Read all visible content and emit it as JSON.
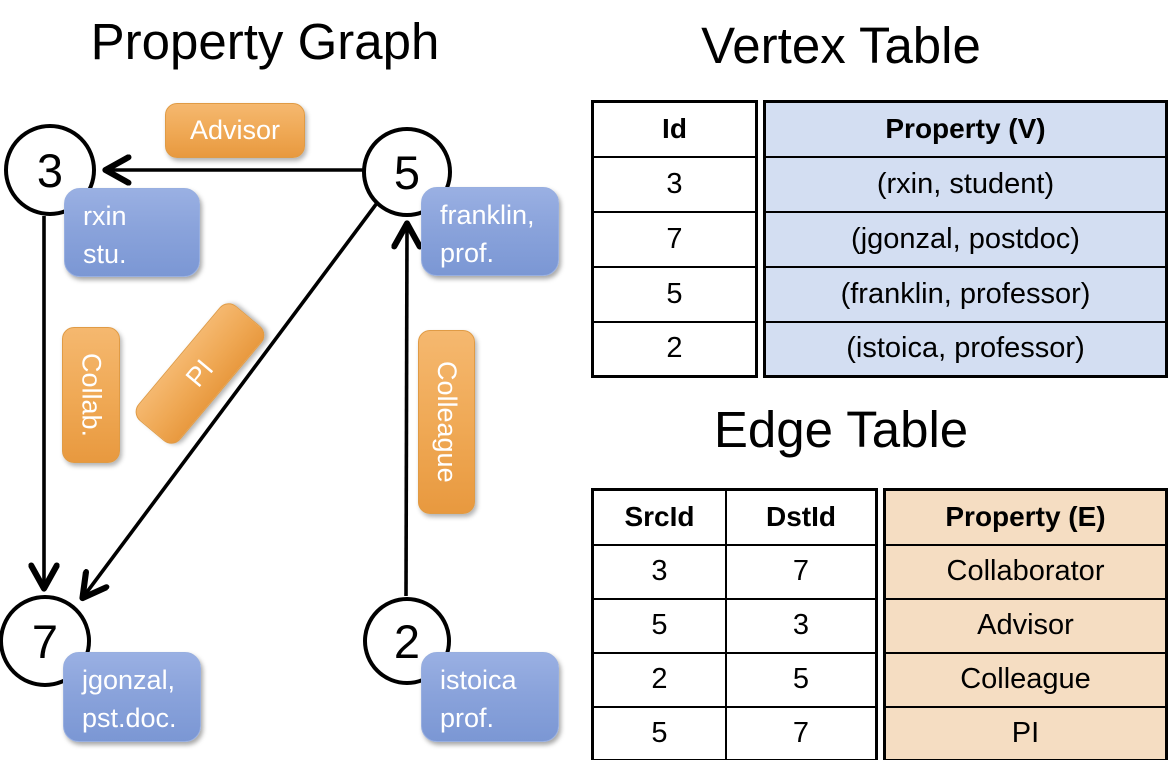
{
  "panel_graph": {
    "title": "Property Graph",
    "vertices": [
      {
        "id": "3",
        "label_lines": [
          "rxin",
          "stu."
        ]
      },
      {
        "id": "5",
        "label_lines": [
          "franklin,",
          "prof."
        ]
      },
      {
        "id": "7",
        "label_lines": [
          "jgonzal,",
          "pst.doc."
        ]
      },
      {
        "id": "2",
        "label_lines": [
          "istoica",
          "prof."
        ]
      }
    ],
    "edge_labels": {
      "advisor": "Advisor",
      "collab": "Collab.",
      "pi": "PI",
      "colleague": "Colleague"
    }
  },
  "vertex_table": {
    "title": "Vertex Table",
    "columns": {
      "id": "Id",
      "property": "Property (V)"
    },
    "rows": [
      [
        "3",
        "(rxin, student)"
      ],
      [
        "7",
        "(jgonzal, postdoc)"
      ],
      [
        "5",
        "(franklin, professor)"
      ],
      [
        "2",
        "(istoica, professor)"
      ]
    ]
  },
  "edge_table": {
    "title": "Edge Table",
    "columns": {
      "src": "SrcId",
      "dst": "DstId",
      "property": "Property (E)"
    },
    "rows": [
      [
        "3",
        "7",
        "Collaborator"
      ],
      [
        "5",
        "3",
        "Advisor"
      ],
      [
        "2",
        "5",
        "Colleague"
      ],
      [
        "5",
        "7",
        "PI"
      ]
    ]
  },
  "colors": {
    "edge_label_orange": "#efa854",
    "vertex_label_blue": "#8aa3db",
    "vertex_property_bg": "#d3def2",
    "edge_property_bg": "#f5ddc2",
    "line_black": "#000000"
  }
}
